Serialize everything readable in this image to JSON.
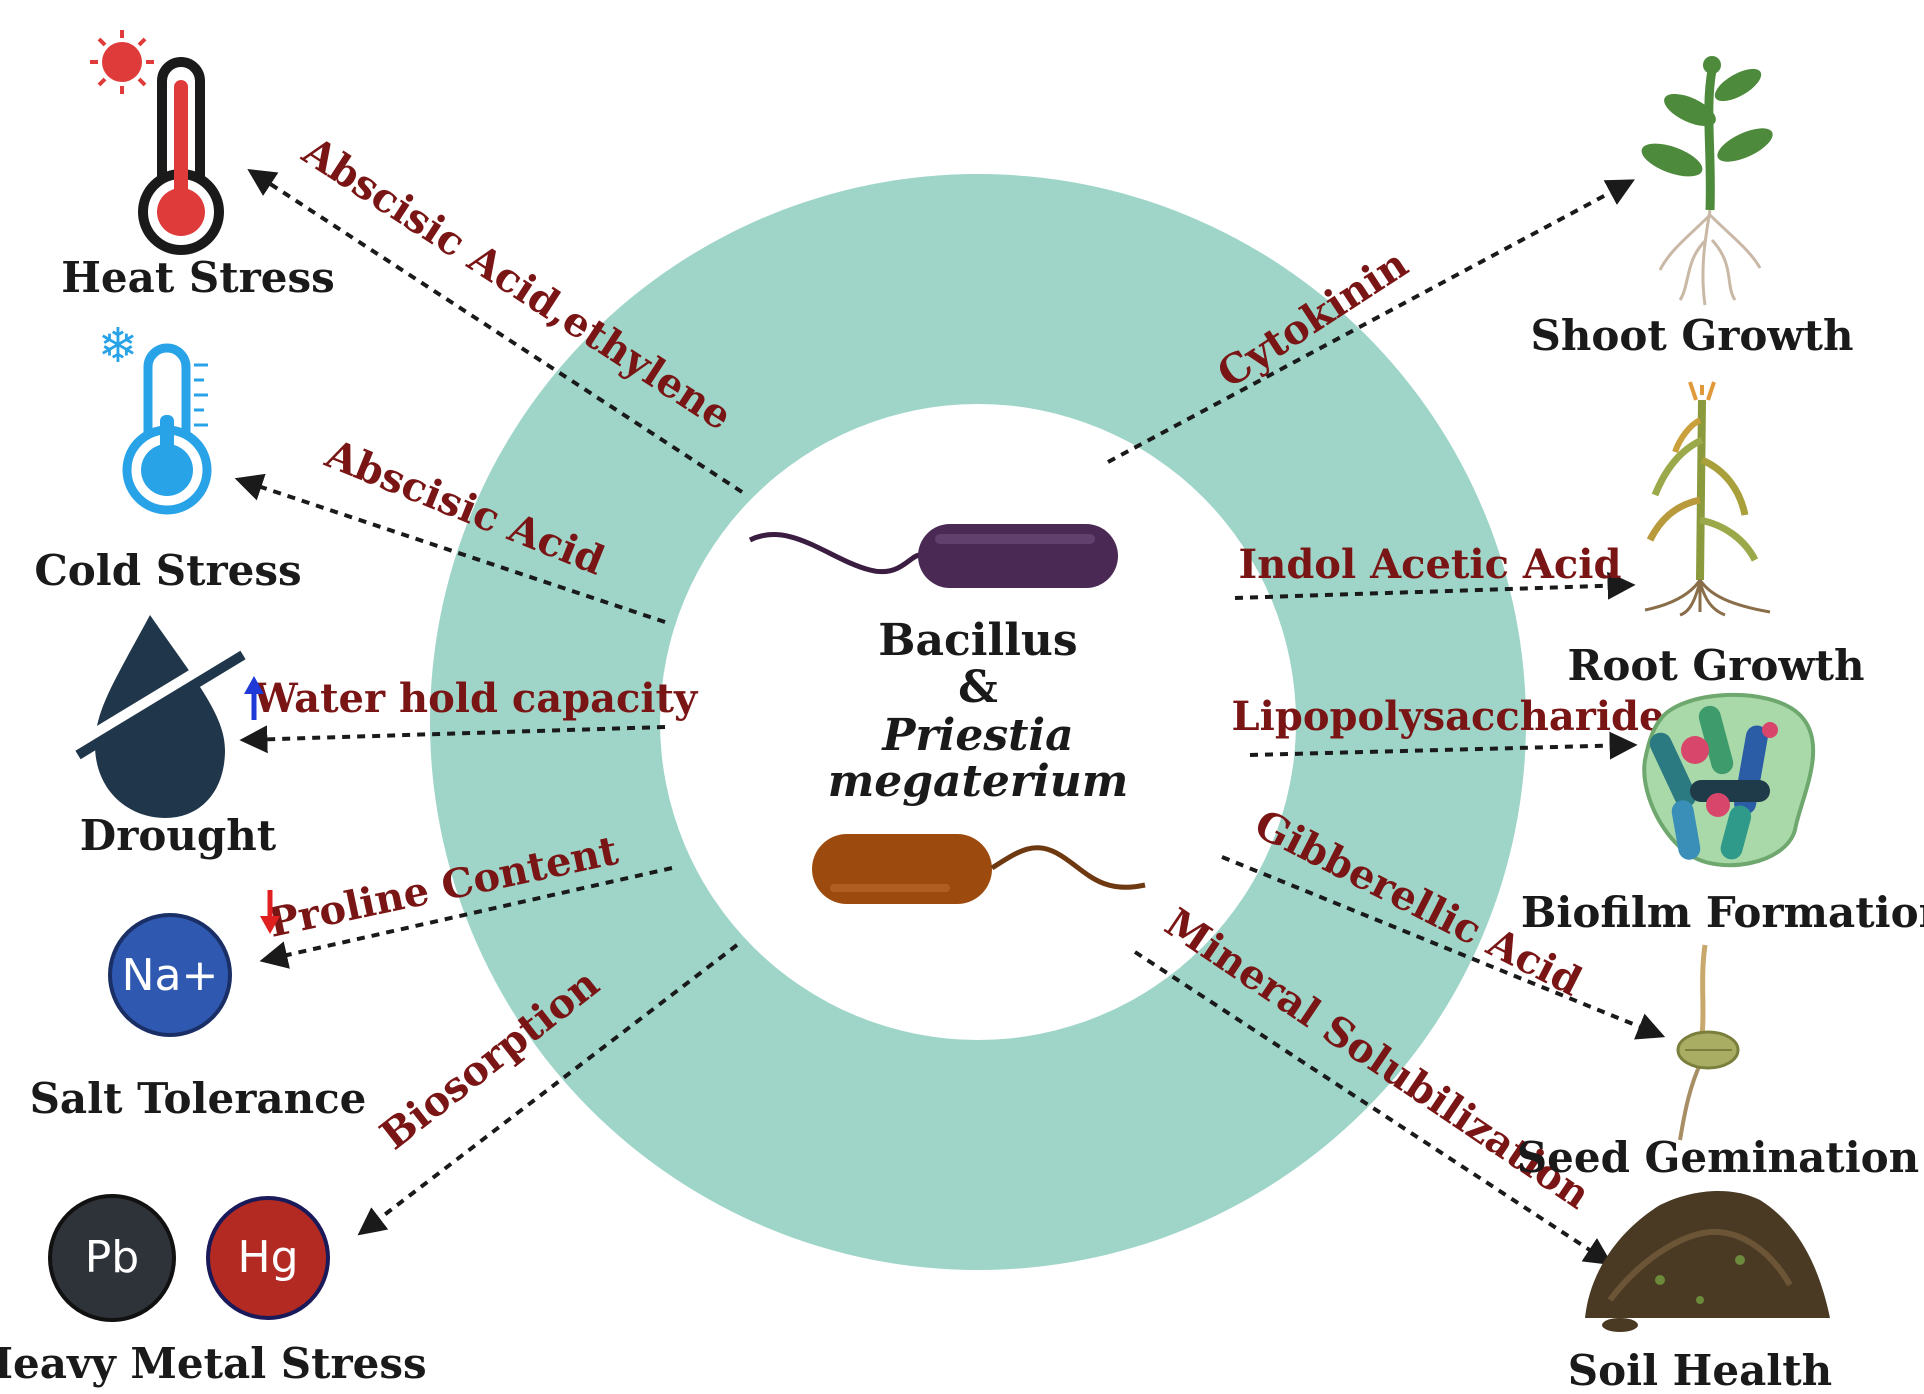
{
  "center": {
    "line1": "Bacillus",
    "line2": "&",
    "line3": "Priestia",
    "line4": "megaterium"
  },
  "colors": {
    "ring": "#9fd5c8",
    "edge_label": "#7a1515",
    "bacterium_top": "#4a2a55",
    "bacterium_bottom": "#9c4a0e",
    "thermo_hot": "#e03b3b",
    "thermo_cold": "#29a3e8",
    "drought_drop": "#20364a",
    "sodium_badge": "#2f58b0",
    "lead_badge": "#2e3339",
    "mercury_badge": "#b22a22"
  },
  "nodes": {
    "heat": "Heat Stress",
    "cold": "Cold Stress",
    "drought": "Drought",
    "salt": "Salt Tolerance",
    "metal": "Heavy Metal Stress",
    "shoot": "Shoot Growth",
    "root": "Root Growth",
    "biofilm": "Biofilm Formation",
    "seed": "Seed Gemination",
    "soil": "Soil Health"
  },
  "edges": {
    "heat": "Abscisic Acid,ethylene",
    "cold": "Abscisic Acid",
    "drought": "Water hold capacity",
    "salt": "Proline Content",
    "metal": "Biosorption",
    "shoot": "Cytokinin",
    "root": "Indol Acetic Acid",
    "biofilm": "Lipopolysaccharide",
    "seed": "Gibberellic Acid",
    "soil": "Mineral Solubilization"
  },
  "badges": {
    "sodium": "Na+",
    "lead": "Pb",
    "mercury": "Hg"
  },
  "icons": {
    "heat": "thermometer-hot-icon",
    "cold": "thermometer-cold-icon",
    "drought": "no-water-drop-icon",
    "shoot": "seedling-plant-icon",
    "root": "corn-plant-roots-icon",
    "biofilm": "biofilm-cluster-icon",
    "seed": "germinating-seed-icon",
    "soil": "soil-mound-icon",
    "increase": "arrow-up-icon",
    "decrease": "arrow-down-icon"
  }
}
